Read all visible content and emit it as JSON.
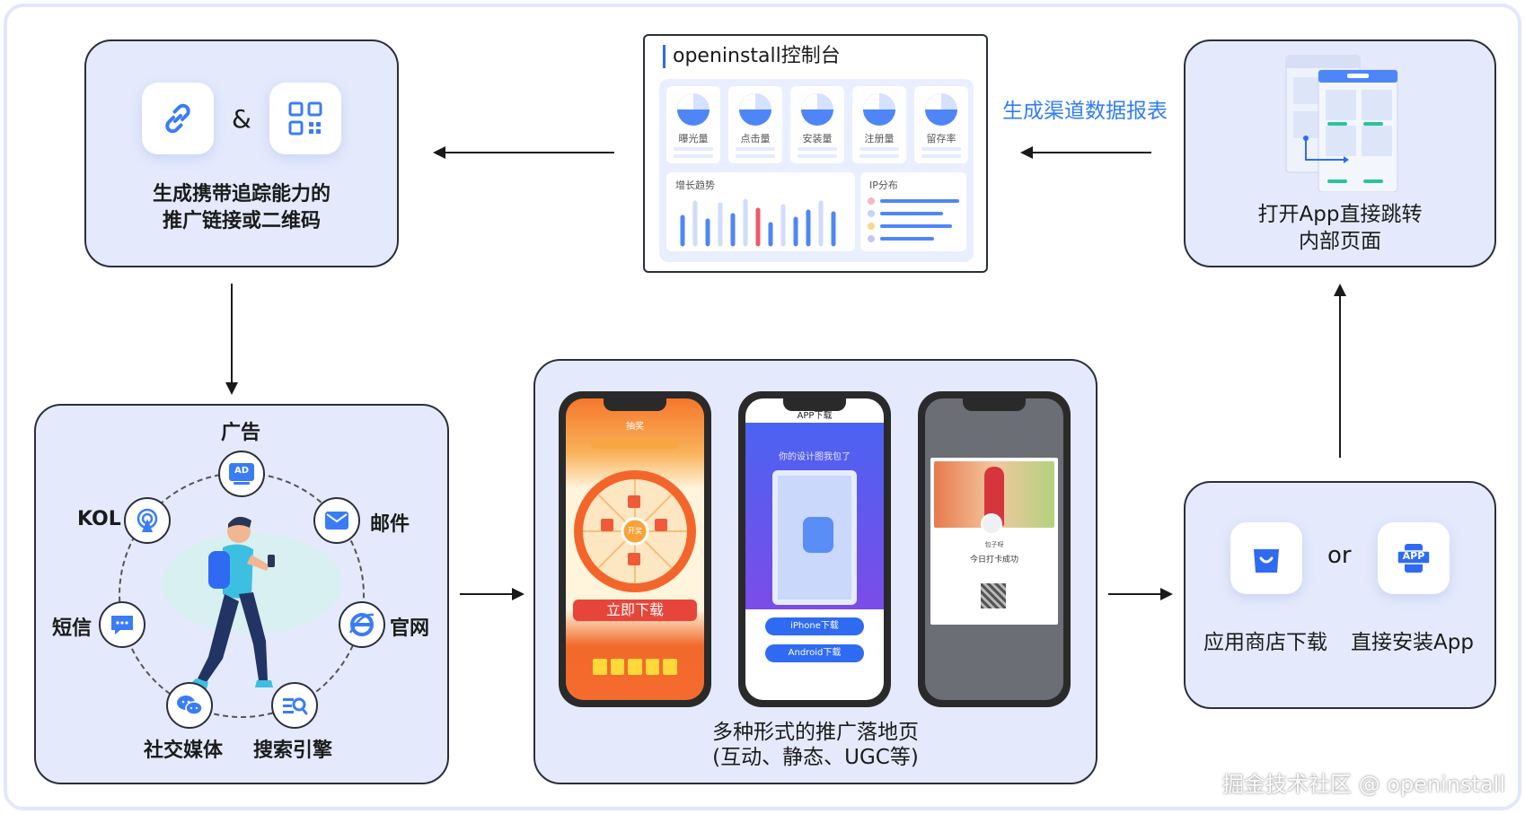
{
  "console": {
    "title": "openinstall控制台",
    "metrics": [
      "曝光量",
      "点击量",
      "安装量",
      "注册量",
      "留存率"
    ],
    "trend_title": "增长趋势",
    "ip_title": "IP分布"
  },
  "labels": {
    "report": "生成渠道数据报表",
    "link_caption_1": "生成携带追踪能力的",
    "link_caption_2": "推广链接或二维码",
    "amp": "&",
    "open_caption_1": "打开App直接跳转",
    "open_caption_2": "内部页面",
    "landing_caption_1": "多种形式的推广落地页",
    "landing_caption_2": "(互动、静态、UGC等)",
    "or": "or",
    "store_caption": "应用商店下载",
    "install_caption": "直接安装App"
  },
  "channels": {
    "ad": "广告",
    "ad_badge": "AD",
    "mail": "邮件",
    "web": "官网",
    "search": "搜索引擎",
    "social": "社交媒体",
    "sms": "短信",
    "kol": "KOL"
  },
  "phones": {
    "p1_title": "抽奖",
    "p1_button": "立即下载",
    "p1_prize": "开奖",
    "p2_title": "APP下载",
    "p2_sub": "你的设计图我包了",
    "p2_iphone": "iPhone下载",
    "p2_android": "Android下载",
    "p3_name": "包子呀",
    "p3_text": "今日打卡成功"
  },
  "app_badge": "APP",
  "watermark": "掘金技术社区 @ openinstall",
  "colors": {
    "accent": "#2f6bf2",
    "box_bg": "#e4eafc",
    "report_text": "#2f7df6"
  }
}
